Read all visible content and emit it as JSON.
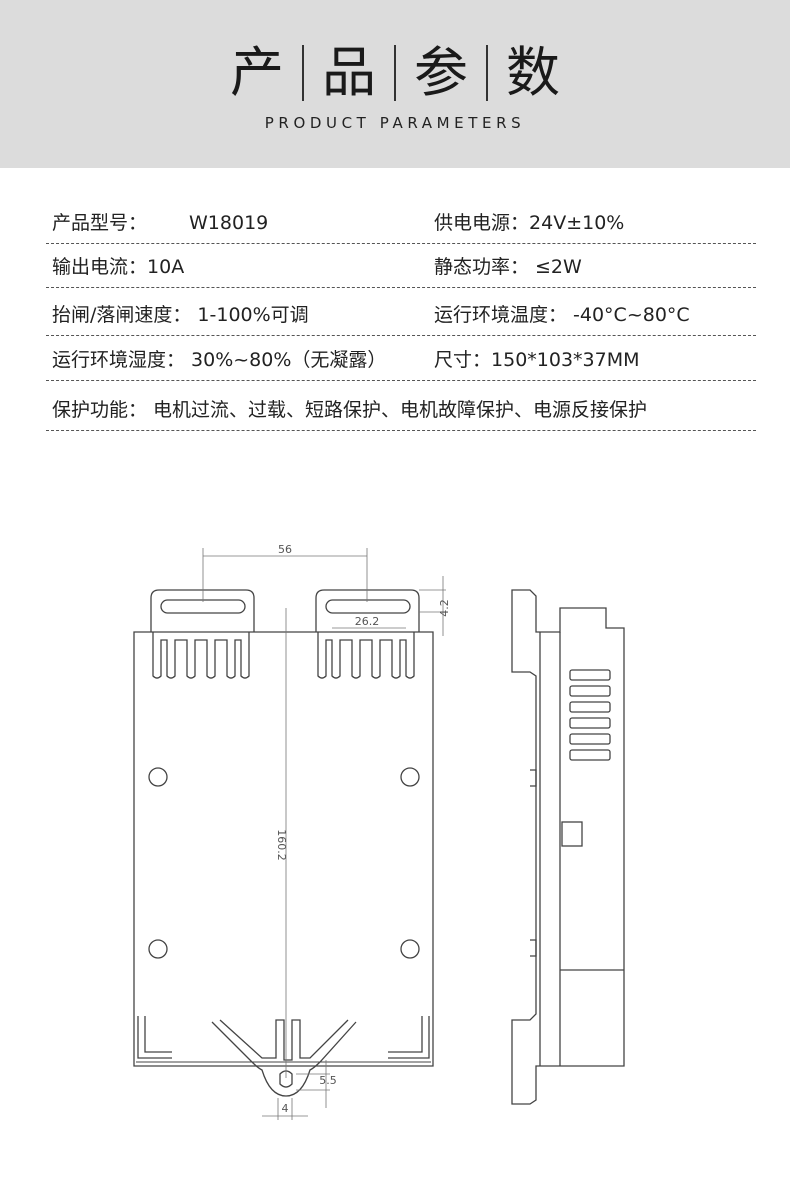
{
  "header": {
    "title_chars": [
      "产",
      "品",
      "参",
      "数"
    ],
    "subtitle": "PRODUCT PARAMETERS"
  },
  "params": {
    "model": {
      "label": "产品型号：",
      "value": "W18019"
    },
    "power_supply": {
      "label": "供电电源：",
      "value": "24V±10%"
    },
    "output_current": {
      "label": "输出电流：",
      "value": "10A"
    },
    "static_power": {
      "label": "静态功率：",
      "value": "≤2W"
    },
    "speed": {
      "label": "抬闸/落闸速度：",
      "value": "1-100%可调"
    },
    "temperature": {
      "label": "运行环境温度：",
      "value": "-40°C~80°C"
    },
    "humidity": {
      "label": "运行环境湿度：",
      "value": "30%~80%（无凝露）"
    },
    "size": {
      "label": "尺寸：",
      "value": "150*103*37MM"
    },
    "protection": {
      "label": "保护功能：",
      "value": "电机过流、过载、短路保护、电机故障保护、电源反接保护"
    }
  },
  "drawing": {
    "dim_top_width": "56",
    "dim_slot": "26.2",
    "dim_tab_height": "4.2",
    "dim_height": "160.2",
    "dim_hole": "5.5",
    "dim_bottom": "4"
  }
}
